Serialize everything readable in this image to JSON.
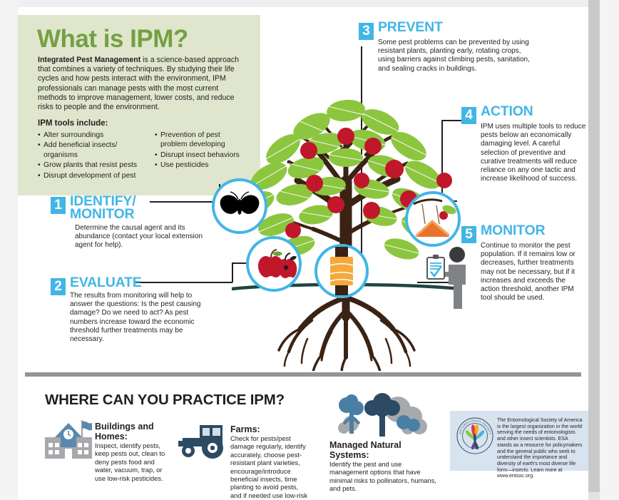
{
  "colors": {
    "accent_blue": "#41b6e6",
    "header_green": "#74a043",
    "panel_green": "#dfe6cd",
    "divider_gray": "#939598",
    "esa_box_blue": "#d7e3ef",
    "apple_red": "#c0172b",
    "leaf_green": "#8cc63f",
    "trunk_brown": "#3b2314",
    "trap_orange": "#f0882b",
    "band_orange": "#f6a83c",
    "person_gray": "#808285",
    "farm_blue": "#2c4a63"
  },
  "intro": {
    "title": "What is IPM?",
    "lead_bold": "Integrated Pest Management",
    "lead_rest": " is a science-based approach that combines a variety of techniques. By studying their life cycles and how pests interact with the environment, IPM professionals can manage pests with the most current methods to improve management, lower costs, and reduce risks to people and the environment.",
    "tools_title": "IPM tools include:",
    "tools_left": [
      "Alter surroundings",
      "Add beneficial insects/ organisms",
      "Grow plants that resist pests",
      "Disrupt development of pest"
    ],
    "tools_right": [
      "Prevention of pest problem developing",
      "Disrupt insect behaviors",
      "Use pesticides"
    ]
  },
  "steps": [
    {
      "number": "1",
      "heading": "IDENTIFY/\nMONITOR",
      "body": "Determine the causal agent and its abundance (contact your local extension agent for help)."
    },
    {
      "number": "2",
      "heading": "EVALUATE",
      "body": "The results from monitoring will help to answer the questions: Is the pest causing damage? Do we need to act? As pest numbers increase toward the economic threshold further treatments may be necessary."
    },
    {
      "number": "3",
      "heading": "PREVENT",
      "body": "Some pest problems can be prevented by using resistant plants, planting early, rotating crops, using barriers against climbing pests, sanitation, and sealing cracks in buildings."
    },
    {
      "number": "4",
      "heading": "ACTION",
      "body": "IPM uses multiple tools to reduce pests below an economically damaging level. A careful selection of preventive and curative treatments will reduce reliance on any one tactic and increase likelihood of success."
    },
    {
      "number": "5",
      "heading": "MONITOR",
      "body": "Continue to monitor the pest population. If it remains low or decreases, further treatments may not be necessary, but if it increases and exceeds the action threshold, another IPM tool should be used."
    }
  ],
  "illustration": {
    "icons": [
      {
        "name": "moth-icon",
        "label": "moth"
      },
      {
        "name": "damaged-apples-icon",
        "label": "damaged apples"
      },
      {
        "name": "trunk-band-icon",
        "label": "trunk barrier band"
      },
      {
        "name": "pheromone-trap-icon",
        "label": "pheromone trap"
      },
      {
        "name": "scout-person-icon",
        "label": "person with clipboard"
      }
    ]
  },
  "practice": {
    "title": "WHERE CAN YOU PRACTICE IPM?",
    "items": [
      {
        "heading": "Buildings and Homes:",
        "body": "Inspect, identify pests,  keep pests out, clean to deny pests food and water, vacuum, trap, or use low-risk pesticides."
      },
      {
        "heading": "Farms:",
        "body": "Check for pests/pest damage regularly, identify accurately, choose pest-resistant plant varieties, encourage/introduce beneficial insects, time planting to avoid pests, and if needed use low-risk pesticides."
      },
      {
        "heading": "Managed Natural Systems:",
        "body": "Identify the pest and use management options that have minimal risks to pollinators, humans, and pets."
      }
    ]
  },
  "esa": {
    "text": "The Entomological Society of America is the largest organization in the world serving the needs of entomologists and other insect scientists. ESA stands as a resource for policymakers and the general public who seek to understand the importance and diversity of earth's most diverse life form—insects. Learn more at www.entsoc.org.",
    "seal_text": "ENTOMOLOGICAL SOCIETY OF AMERICA"
  }
}
